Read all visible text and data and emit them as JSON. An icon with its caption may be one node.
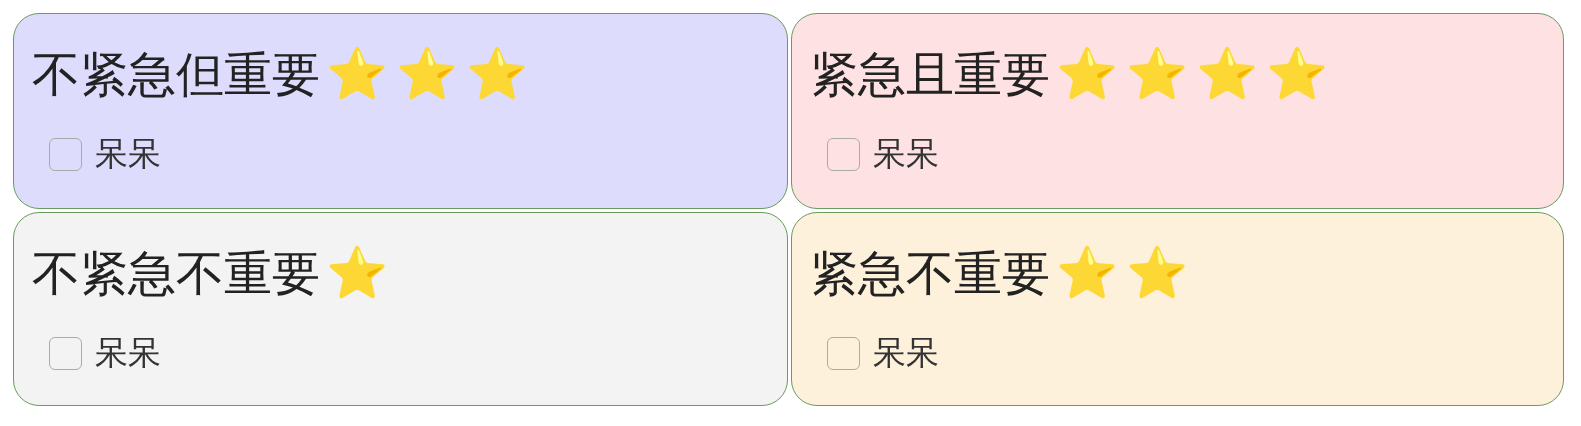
{
  "diagram": {
    "nodes": [
      {
        "text": [
          "不紧急但重要⭐⭐⭐",
          "呆呆"
        ]
      },
      {
        "text": [
          "紧急且重要⭐⭐⭐⭐",
          "呆呆"
        ]
      },
      {
        "text": [
          "不紧急不重要⭐",
          "呆呆"
        ]
      },
      {
        "text": [
          "紧急不重要⭐⭐",
          "呆呆"
        ]
      }
    ]
  }
}
